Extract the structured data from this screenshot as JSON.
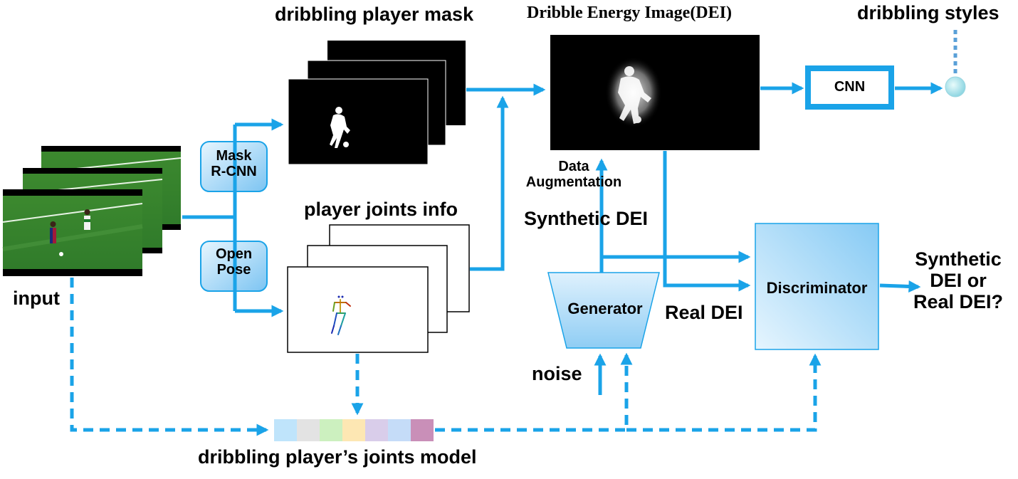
{
  "labels": {
    "mask_title": "dribbling player mask",
    "dei_title": "Dribble Energy Image(DEI)",
    "styles_title": "dribbling styles",
    "joints_title": "player joints info",
    "input": "input",
    "mask_rcnn": "Mask\nR-CNN",
    "openpose": "Open\nPose",
    "cnn": "CNN",
    "data_aug": "Data\nAugmentation",
    "synthetic_dei": "Synthetic DEI",
    "generator": "Generator",
    "discriminator": "Discriminator",
    "real_dei": "Real DEI",
    "output_q": "Synthetic\nDEI or\nReal DEI?",
    "noise": "noise",
    "joints_model": "dribbling player’s joints model"
  },
  "colors": {
    "arrow": "#1aa3e8",
    "box_fill_light": "#d6eefc",
    "box_fill_dark": "#86c9f3",
    "box_border": "#1aa3e8",
    "joint_strip": [
      "#bfe4fb",
      "#e3e3e3",
      "#ccf0bf",
      "#fde7b3",
      "#d9cdea",
      "#c5dcf8",
      "#c98fb8"
    ]
  }
}
